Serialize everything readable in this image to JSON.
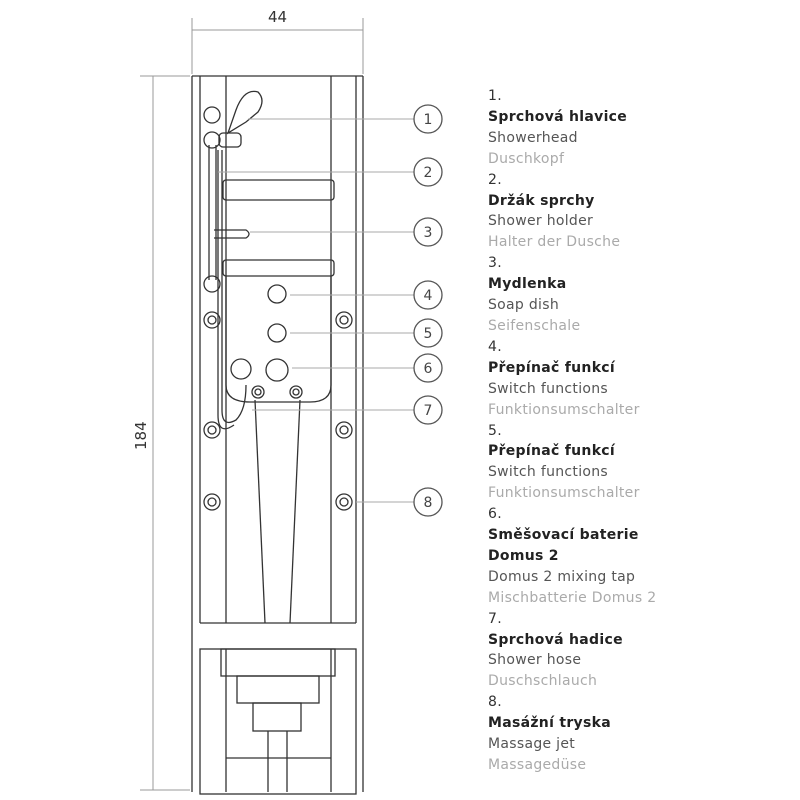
{
  "dimensions": {
    "width": "44",
    "height": "184"
  },
  "callouts": [
    "1",
    "2",
    "3",
    "4",
    "5",
    "6",
    "7",
    "8"
  ],
  "legend": [
    {
      "num": "1.",
      "cz": "Sprchová hlavice",
      "en": "Showerhead",
      "de": "Duschkopf"
    },
    {
      "num": "2.",
      "cz": "Držák sprchy",
      "en": "Shower holder",
      "de": "Halter der Dusche"
    },
    {
      "num": "3.",
      "cz": "Mydlenka",
      "en": "Soap dish",
      "de": "Seifenschale"
    },
    {
      "num": "4.",
      "cz": "Přepínač funkcí",
      "en": "Switch functions",
      "de": "Funktionsumschalter"
    },
    {
      "num": "5.",
      "cz": "Přepínač funkcí",
      "en": "Switch functions",
      "de": "Funktionsumschalter"
    },
    {
      "num": "6.",
      "cz": "Směšovací baterie",
      "cz2": "Domus 2",
      "en": "Domus 2 mixing tap",
      "de": "Mischbatterie Domus 2"
    },
    {
      "num": "7.",
      "cz": "Sprchová hadice",
      "en": "Shower hose",
      "de": "Duschschlauch"
    },
    {
      "num": "8.",
      "cz": "Masážní tryska",
      "en": "Massage jet",
      "de": "Massagedüse"
    }
  ]
}
